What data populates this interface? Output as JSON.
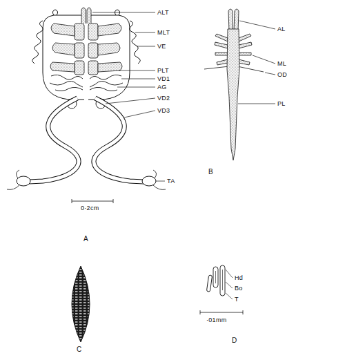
{
  "diagram": {
    "labels": [
      "ALT",
      "MLT",
      "VE",
      "PLT",
      "VD1",
      "AG",
      "VD2",
      "VD3",
      "TA",
      "0·2cm",
      "A",
      "AL",
      "ML",
      "OD",
      "PL",
      "B",
      "C",
      "Hd",
      "Bo",
      "T",
      "·01mm",
      "D"
    ]
  }
}
